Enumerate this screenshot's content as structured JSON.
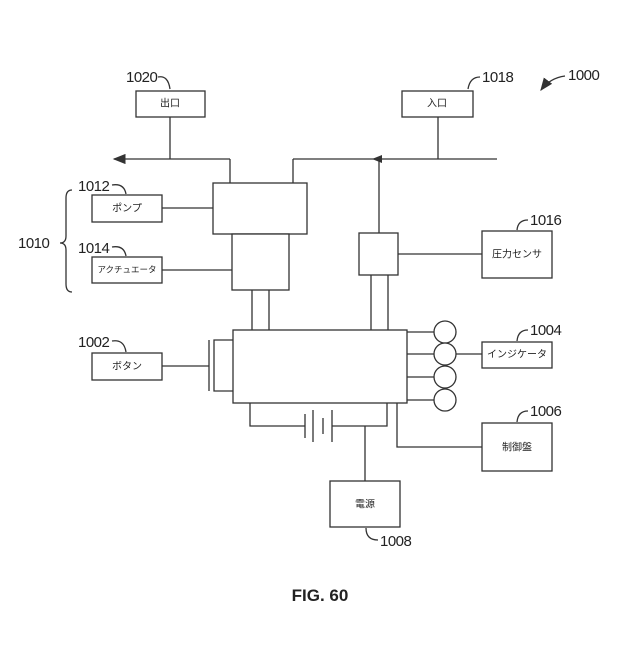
{
  "figure_label": "FIG. 60",
  "system_ref": "1000",
  "group_ref": "1010",
  "components": {
    "outlet": {
      "label": "出口",
      "ref": "1020"
    },
    "inlet": {
      "label": "入口",
      "ref": "1018"
    },
    "pump": {
      "label": "ポンプ",
      "ref": "1012"
    },
    "actuator": {
      "label": "アクチュエータ",
      "ref": "1014"
    },
    "pressure_sensor": {
      "label": "圧力センサ",
      "ref": "1016"
    },
    "button": {
      "label": "ボタン",
      "ref": "1002"
    },
    "indicator": {
      "label": "インジケータ",
      "ref": "1004"
    },
    "control_panel": {
      "label": "制御盤",
      "ref": "1006"
    },
    "power_supply": {
      "label": "電源",
      "ref": "1008"
    }
  }
}
